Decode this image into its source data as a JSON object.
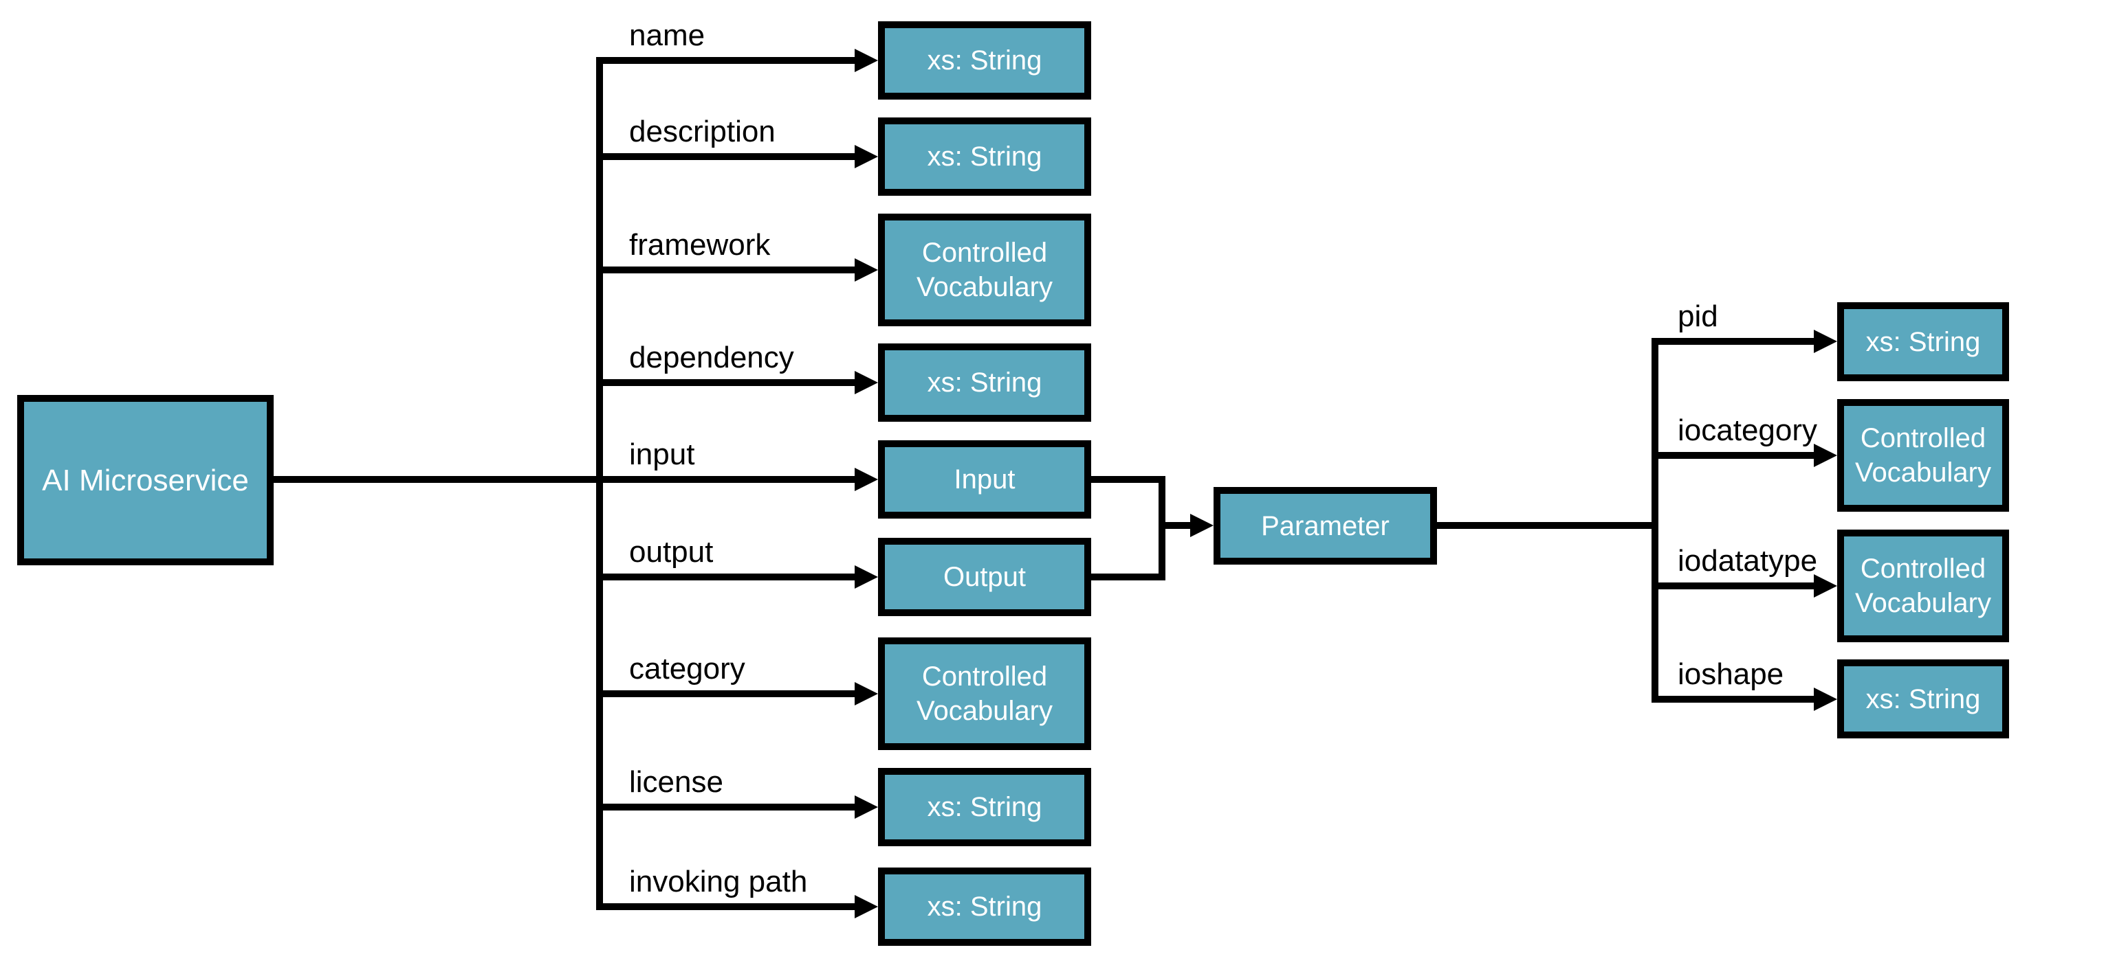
{
  "diagram": {
    "root": {
      "label": "AI Microservice"
    },
    "left_edges": [
      {
        "label": "name",
        "type": "xs: String"
      },
      {
        "label": "description",
        "type": "xs: String"
      },
      {
        "label": "framework",
        "type": "Controlled Vocabulary"
      },
      {
        "label": "dependency",
        "type": "xs: String"
      },
      {
        "label": "input",
        "type": "Input"
      },
      {
        "label": "output",
        "type": "Output"
      },
      {
        "label": "category",
        "type": "Controlled Vocabulary"
      },
      {
        "label": "license",
        "type": "xs: String"
      },
      {
        "label": "invoking path",
        "type": "xs: String"
      }
    ],
    "parameter": {
      "label": "Parameter"
    },
    "right_edges": [
      {
        "label": "pid",
        "type": "xs: String"
      },
      {
        "label": "iocategory",
        "type": "Controlled Vocabulary"
      },
      {
        "label": "iodatatype",
        "type": "Controlled Vocabulary"
      },
      {
        "label": "ioshape",
        "type": "xs: String"
      }
    ],
    "colors": {
      "node_fill": "#5BA8BE",
      "node_border": "#000000",
      "connector": "#000000"
    }
  }
}
